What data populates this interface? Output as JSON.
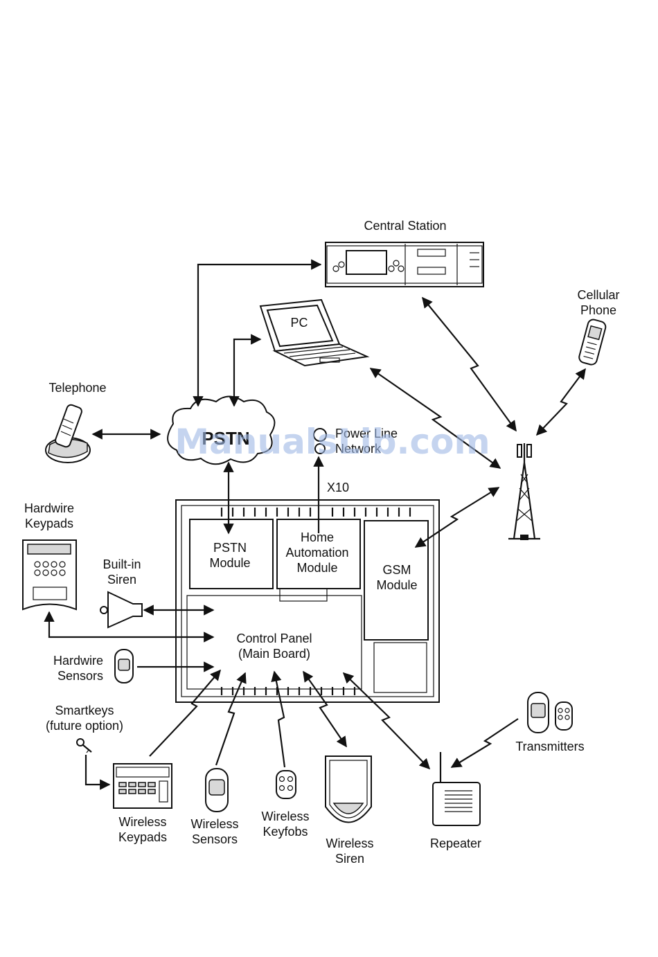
{
  "labels": {
    "central_station": "Central Station",
    "cellular_phone_1": "Cellular",
    "cellular_phone_2": "Phone",
    "pc": "PC",
    "telephone": "Telephone",
    "pstn": "PSTN",
    "power_line_1": "Power Line",
    "power_line_2": "Network",
    "x10": "X10",
    "hardwire_keypads_1": "Hardwire",
    "hardwire_keypads_2": "Keypads",
    "builtin_siren_1": "Built-in",
    "builtin_siren_2": "Siren",
    "pstn_module_1": "PSTN",
    "pstn_module_2": "Module",
    "home_automation_1": "Home",
    "home_automation_2": "Automation",
    "home_automation_3": "Module",
    "gsm_module_1": "GSM",
    "gsm_module_2": "Module",
    "control_panel_1": "Control Panel",
    "control_panel_2": "(Main Board)",
    "hardwire_sensors_1": "Hardwire",
    "hardwire_sensors_2": "Sensors",
    "smartkeys_1": "Smartkeys",
    "smartkeys_2": "(future option)",
    "transmitters": "Transmitters",
    "wireless_keypads_1": "Wireless",
    "wireless_keypads_2": "Keypads",
    "wireless_sensors_1": "Wireless",
    "wireless_sensors_2": "Sensors",
    "wireless_keyfobs_1": "Wireless",
    "wireless_keyfobs_2": "Keyfobs",
    "wireless_siren_1": "Wireless",
    "wireless_siren_2": "Siren",
    "repeater": "Repeater"
  },
  "watermark": "ManualsLib.com"
}
